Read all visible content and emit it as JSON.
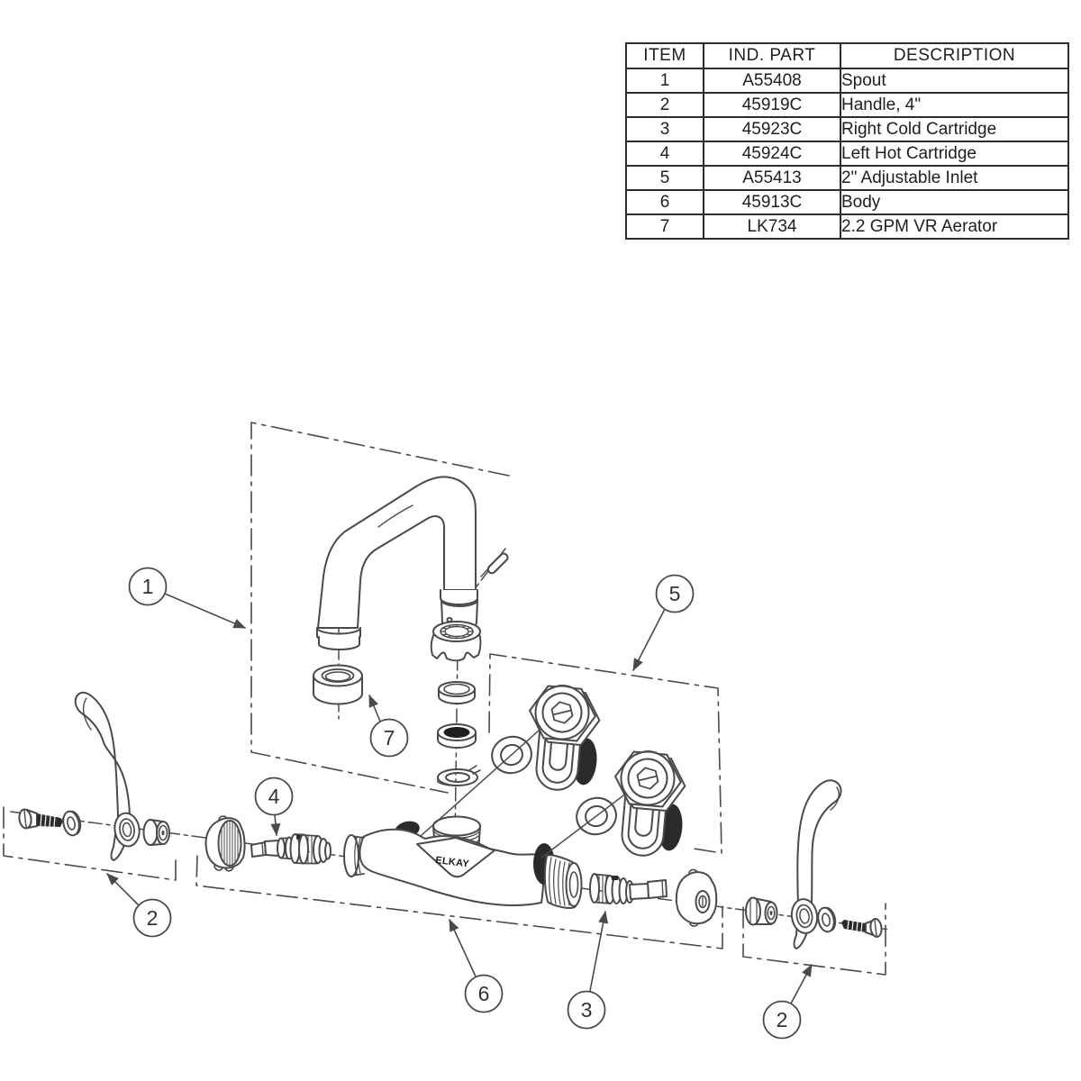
{
  "parts_table": {
    "headers": {
      "item": "ITEM",
      "part": "IND. PART",
      "description": "DESCRIPTION"
    },
    "rows": [
      {
        "item": "1",
        "part": "A55408",
        "description": "Spout"
      },
      {
        "item": "2",
        "part": "45919C",
        "description": "Handle, 4\""
      },
      {
        "item": "3",
        "part": "45923C",
        "description": "Right Cold Cartridge"
      },
      {
        "item": "4",
        "part": "45924C",
        "description": "Left Hot Cartridge"
      },
      {
        "item": "5",
        "part": "A55413",
        "description": "2\" Adjustable Inlet"
      },
      {
        "item": "6",
        "part": "45913C",
        "description": "Body"
      },
      {
        "item": "7",
        "part": "LK734",
        "description": "2.2 GPM VR Aerator"
      }
    ]
  },
  "diagram": {
    "brand_label": "ELKAY",
    "line_color": "#4a4a4a",
    "balloons": [
      {
        "label": "1"
      },
      {
        "label": "7"
      },
      {
        "label": "4"
      },
      {
        "label": "5"
      },
      {
        "label": "2"
      },
      {
        "label": "6"
      },
      {
        "label": "3"
      },
      {
        "label": "2"
      }
    ]
  }
}
